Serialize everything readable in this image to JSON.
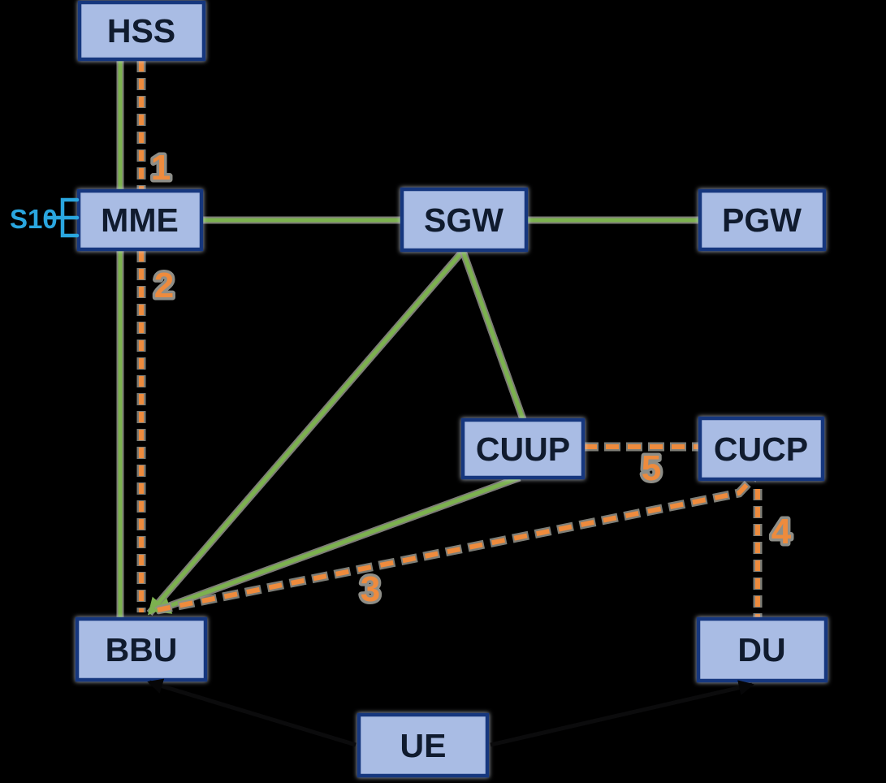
{
  "diagram": {
    "background_color": "#000000",
    "box_fill_color": "#a9bce4",
    "box_border_color": "#16377e",
    "green_link_color": "#7cb14f",
    "orange_link_color": "#ee8b3d",
    "cyan_label_color": "#2aa6df",
    "nodes": [
      {
        "id": "hss",
        "label": "HSS"
      },
      {
        "id": "mme",
        "label": "MME"
      },
      {
        "id": "sgw",
        "label": "SGW"
      },
      {
        "id": "pgw",
        "label": "PGW"
      },
      {
        "id": "cuup",
        "label": "CUUP"
      },
      {
        "id": "cucp",
        "label": "CUCP"
      },
      {
        "id": "bbu",
        "label": "BBU"
      },
      {
        "id": "du",
        "label": "DU"
      },
      {
        "id": "ue",
        "label": "UE"
      }
    ],
    "edge_labels": {
      "hss_mme": "1",
      "mme_bbu": "2",
      "bbu_cucp": "3",
      "cucp_du": "4",
      "cuup_cucp": "5"
    },
    "loop_label": "S10",
    "edges": [
      {
        "from": "HSS",
        "to": "MME",
        "style": "solid-green"
      },
      {
        "from": "HSS",
        "to": "MME",
        "style": "dashed-orange",
        "label": "1"
      },
      {
        "from": "MME",
        "to": "BBU",
        "style": "solid-green"
      },
      {
        "from": "MME",
        "to": "BBU",
        "style": "dashed-orange",
        "label": "2"
      },
      {
        "from": "MME",
        "to": "SGW",
        "style": "solid-green"
      },
      {
        "from": "SGW",
        "to": "PGW",
        "style": "solid-green"
      },
      {
        "from": "SGW",
        "to": "BBU",
        "style": "solid-green-arrow"
      },
      {
        "from": "SGW",
        "to": "CUUP",
        "style": "solid-green"
      },
      {
        "from": "CUUP",
        "to": "BBU",
        "style": "solid-green-arrow"
      },
      {
        "from": "BBU",
        "to": "CUCP",
        "style": "dashed-orange",
        "label": "3"
      },
      {
        "from": "CUCP",
        "to": "DU",
        "style": "dashed-orange",
        "label": "4"
      },
      {
        "from": "CUUP",
        "to": "CUCP",
        "style": "dashed-orange",
        "label": "5"
      },
      {
        "from": "UE",
        "to": "BBU",
        "style": "black-arrow"
      },
      {
        "from": "UE",
        "to": "DU",
        "style": "black-arrow"
      },
      {
        "from": "MME",
        "to": "MME",
        "style": "cyan-self-loop",
        "label": "S10"
      }
    ]
  }
}
